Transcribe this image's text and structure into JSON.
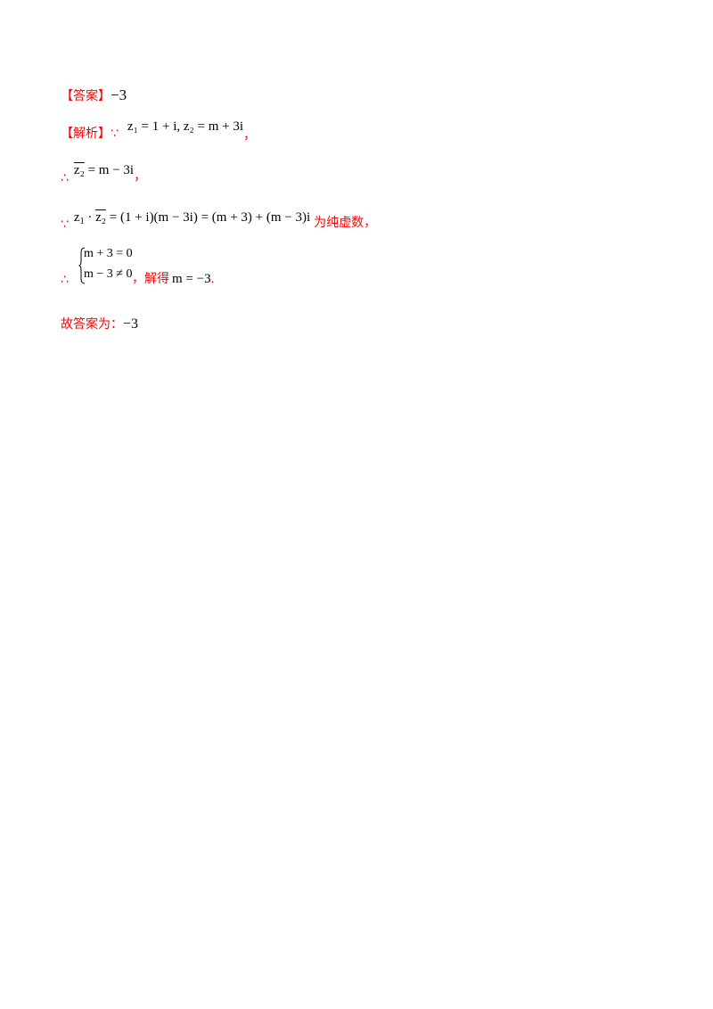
{
  "answer": {
    "label": "【答案】",
    "value": "−3"
  },
  "analysis": {
    "label": "【解析】",
    "because_symbol": "∵",
    "therefore_symbol": "∴",
    "line1_math": "z₁ = 1 + i, z₂ = m + 3i",
    "line1_tail": "，",
    "line2_conj": "z₂",
    "line2_rest": " = m − 3i",
    "line2_tail": "，",
    "line3_z1": "z",
    "line3_z1_sub": "1",
    "line3_dot": " · ",
    "line3_conj": "z₂",
    "line3_rest": " = (1 + i)(m − 3i) = (m + 3) + (m − 3)i",
    "line3_tail": "为纯虚数，",
    "case1": "m + 3 = 0",
    "case2": "m − 3 ≠ 0",
    "line4_mid": "，解得",
    "line4_result": "m = −3",
    "line4_tail": "."
  },
  "conclusion": {
    "label": "故答案为：",
    "value": "−3"
  }
}
